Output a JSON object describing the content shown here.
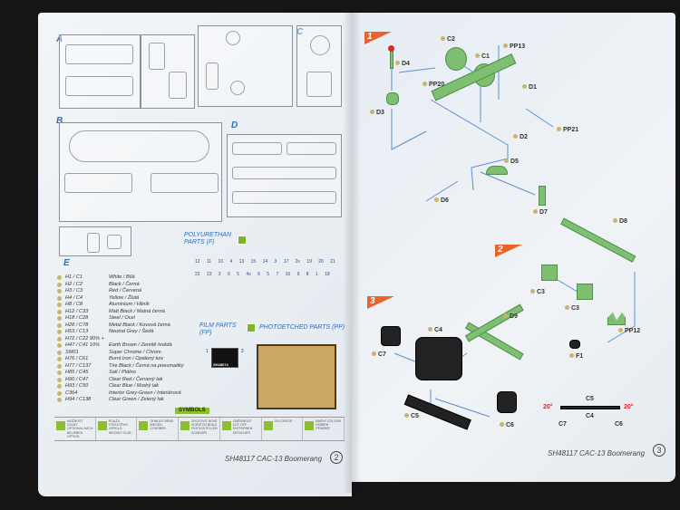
{
  "left_page": {
    "sections": [
      "A",
      "B",
      "C",
      "D",
      "E"
    ],
    "polyurethan_title": "POLYURETHAN PARTS (F)",
    "polyurethan_numbers": [
      "12",
      "11",
      "10",
      "4",
      "13",
      "15",
      "14",
      "3",
      "17",
      "2x",
      "19",
      "20",
      "21",
      "22",
      "23",
      "2",
      "6",
      "5",
      "4x",
      "6",
      "5",
      "7",
      "16",
      "9",
      "8",
      "1",
      "18"
    ],
    "film_title": "FILM PARTS (FP)",
    "film_code": "SH48074",
    "film_numbers": [
      "1",
      "2"
    ],
    "photoetched_title": "PHOTOETCHED PARTS (PP)",
    "paints": [
      {
        "code": "H1 / C1",
        "name": "White / Bílá"
      },
      {
        "code": "H2 / C2",
        "name": "Black / Černá"
      },
      {
        "code": "H3 / C3",
        "name": "Red / Červená"
      },
      {
        "code": "H4 / C4",
        "name": "Yellow / Žlutá"
      },
      {
        "code": "H8 / C8",
        "name": "Aluminium / Hliník"
      },
      {
        "code": "H12 / C33",
        "name": "Matt Black / Matná černá"
      },
      {
        "code": "H18 / C28",
        "name": "Steel / Ocel"
      },
      {
        "code": "H28 / C78",
        "name": "Metal Black / Kovová černá"
      },
      {
        "code": "H53 / C13",
        "name": "Neutral Grey / Šedá"
      },
      {
        "code": "H72 / C22 90% +",
        "name": ""
      },
      {
        "code": "H47 / C41 10%",
        "name": "Earth Brown / Zemitě hnědá"
      },
      {
        "code": "SM01",
        "name": "Super Chrome / Chrom"
      },
      {
        "code": "H76 / C61",
        "name": "Burnt Iron / Opálený kov"
      },
      {
        "code": "H77 / C137",
        "name": "Tire Black / Černá na pneumatiky"
      },
      {
        "code": "H85 / C45",
        "name": "Sail / Plátno"
      },
      {
        "code": "H90 / C47",
        "name": "Clear Red / Červený lak"
      },
      {
        "code": "H93 / C50",
        "name": "Clear Blue / Modrý lak"
      },
      {
        "code": "C364",
        "name": "Interior Grey-Green / Interiérová"
      },
      {
        "code": "H94 / C138",
        "name": "Clear Green / Zelený lak"
      }
    ],
    "symbols_title": "SYMBOLS",
    "symbols": [
      "MOŽNOST VOLBY OPTIONAL NACH BELIEBEN OPTION",
      "POUŽIJ VTEKUTÉHO LEPIDLO INSTANT GLUE",
      "OHNOUT BEND BIEGEN COURBER",
      "ZHOTOVIT NOVÉ SCRATCH BUILD FERTIGSTELLEN ACHEVER",
      "ODŘÍZNOUT CUT OFF ENTFERNEN DETACHER",
      "GSI CREOS",
      "BARVY COLOUR FARBEN PEINDRE"
    ],
    "footer": "SH48117 CAC-13 Boomerang",
    "page_number": "2"
  },
  "right_page": {
    "steps": [
      "1",
      "2",
      "3"
    ],
    "step1_parts": [
      "C2",
      "C1",
      "PP13",
      "D4",
      "D1",
      "PP20",
      "D3",
      "D2",
      "PP21",
      "D5",
      "D6",
      "D7"
    ],
    "step2_parts": [
      "D8",
      "C3",
      "C3",
      "PP12",
      "F1"
    ],
    "step3_parts": [
      "C4",
      "D9",
      "C7",
      "C5",
      "C6"
    ],
    "diagram": {
      "top": "C5",
      "bottom": "C4",
      "left": "C7",
      "right": "C6",
      "angle_left": "20°",
      "angle_right": "20°"
    },
    "footer": "SH48117 CAC-13 Boomerang",
    "page_number": "3"
  },
  "colors": {
    "accent_blue": "#2f6fb5",
    "step_orange": "#e8642a",
    "part_green": "#7fbf72",
    "symbol_green": "#8bbf2e"
  }
}
